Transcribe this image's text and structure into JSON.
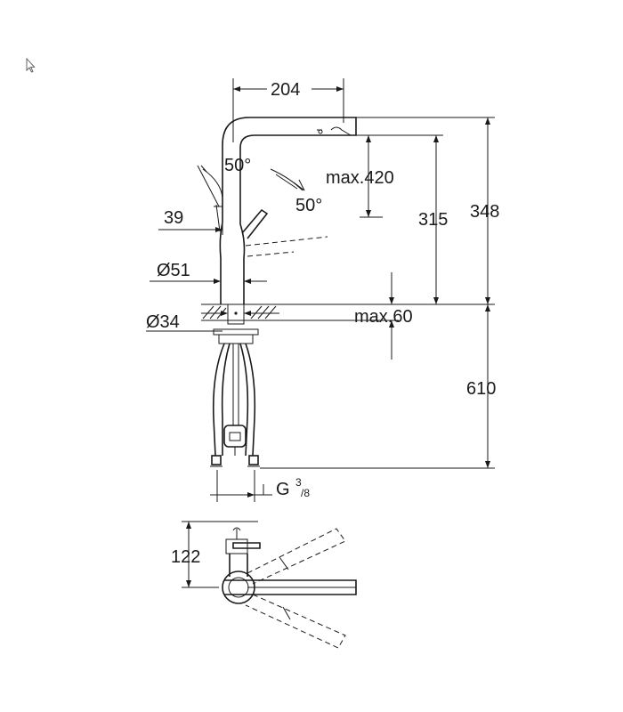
{
  "drawing": {
    "dimensions": {
      "spout_reach": "204",
      "swivel_angle_left": "50°",
      "swivel_angle_right": "50°",
      "max_spout_height_diff": "max.420",
      "spout_height": "315",
      "total_height": "348",
      "handle_offset": "39",
      "body_diameter": "Ø51",
      "hole_diameter": "Ø34",
      "max_deck_thickness": "max.60",
      "hose_length": "610",
      "thread_prefix": "G",
      "thread_num": "3",
      "thread_den": "/8",
      "plan_depth": "122"
    },
    "icons": {
      "cursor": "mouse-pointer-icon"
    }
  }
}
